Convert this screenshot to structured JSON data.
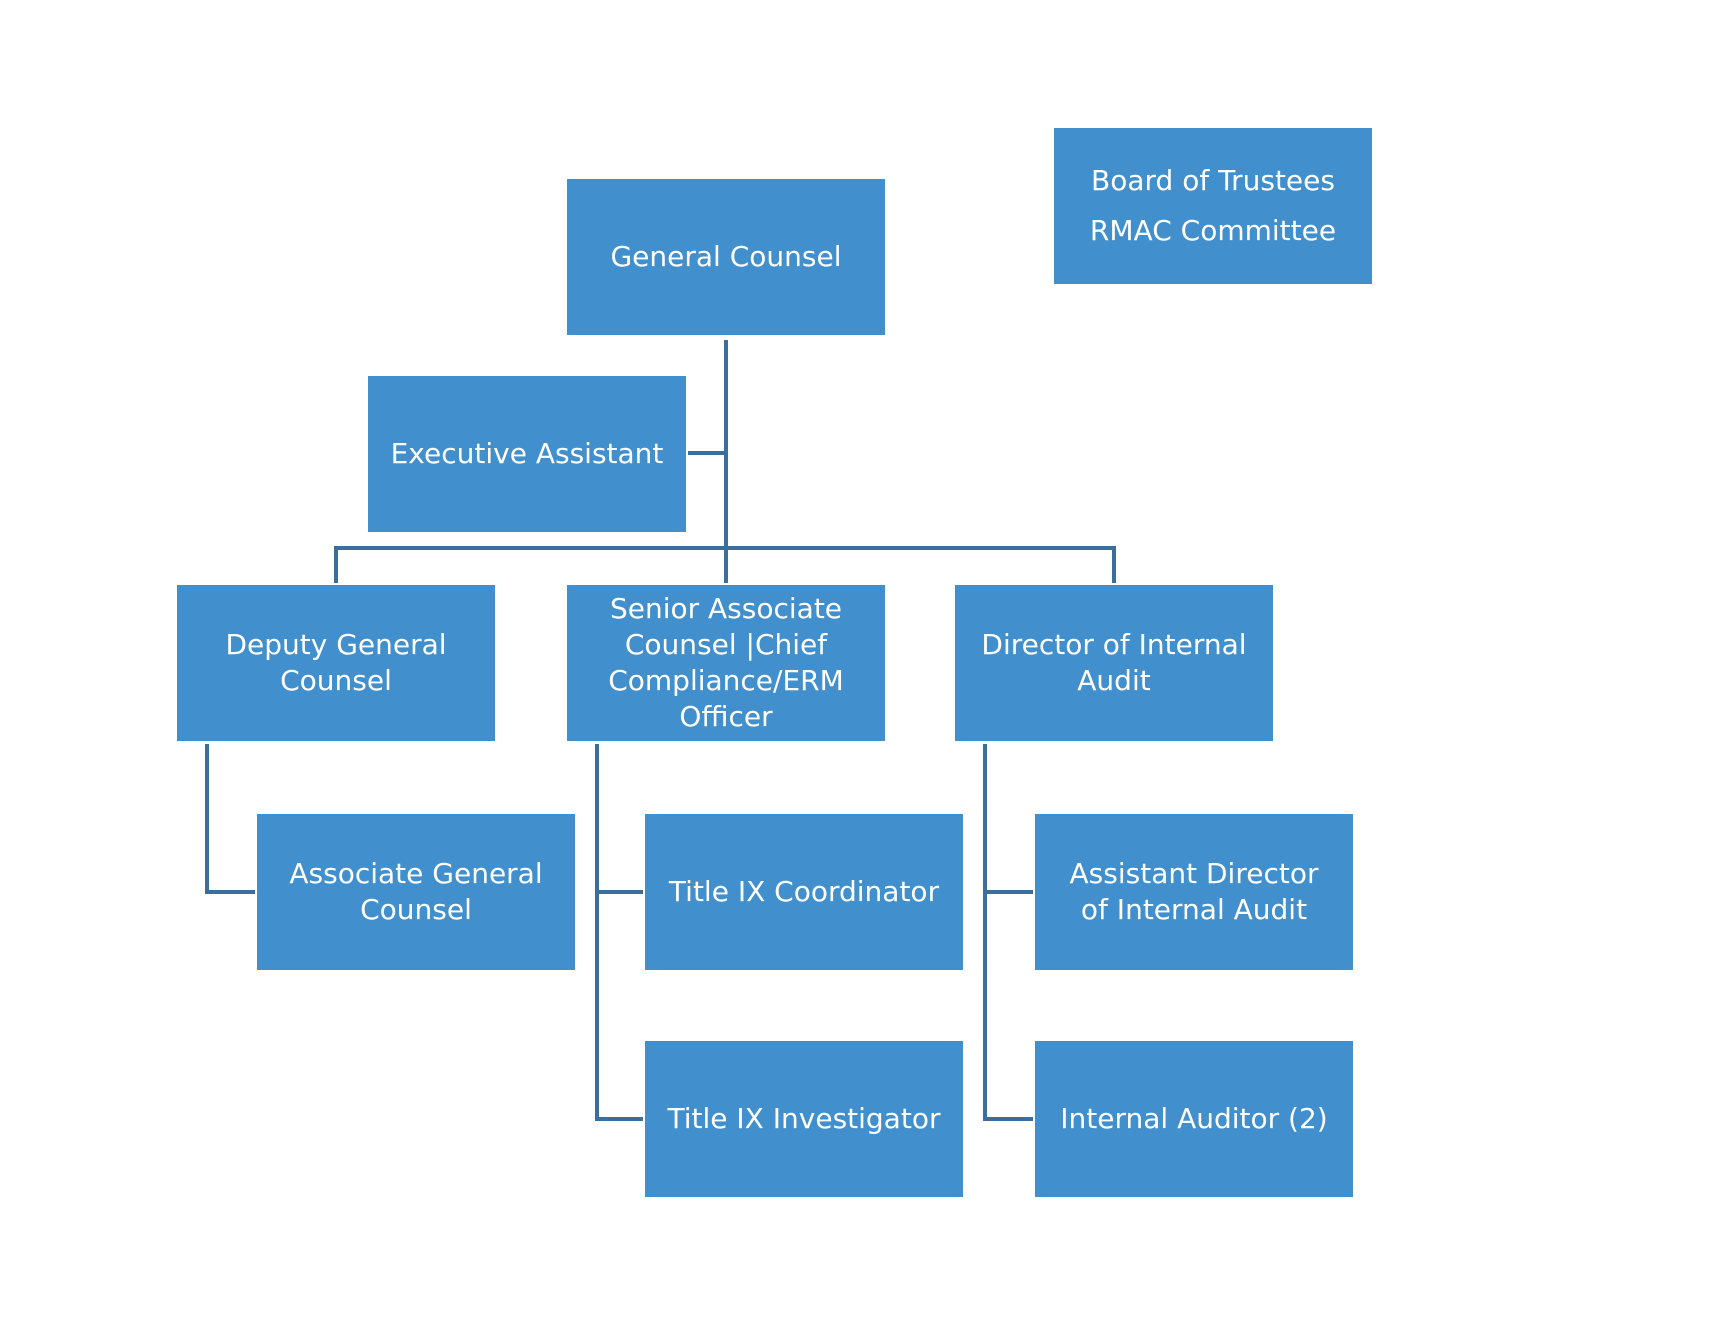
{
  "colors": {
    "box_fill": "#418fcd",
    "box_text": "#ffffff",
    "connector": "#3a6f9d"
  },
  "nodes": {
    "general_counsel": "General Counsel",
    "board": "Board of Trustees\nRMAC Committee",
    "executive_assistant": "Executive Assistant",
    "deputy_general_counsel": "Deputy General Counsel",
    "senior_associate_counsel": "Senior Associate Counsel  |Chief Compliance/ERM Officer",
    "director_internal_audit": "Director of Internal Audit",
    "associate_general_counsel": "Associate General Counsel",
    "title_ix_coordinator": "Title IX Coordinator",
    "assistant_director_internal_audit": "Assistant Director of Internal Audit",
    "title_ix_investigator": "Title IX Investigator",
    "internal_auditor": "Internal Auditor (2)"
  }
}
